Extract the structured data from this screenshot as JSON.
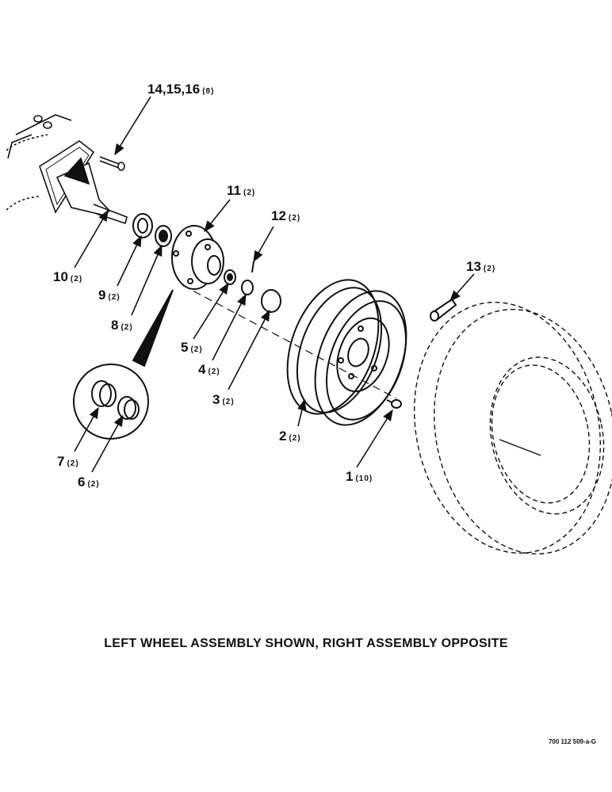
{
  "labels": {
    "l14": {
      "num": "14,15,16",
      "qty": "(8)"
    },
    "l11": {
      "num": "11",
      "qty": "(2)"
    },
    "l12": {
      "num": "12",
      "qty": "(2)"
    },
    "l13": {
      "num": "13",
      "qty": "(2)"
    },
    "l10": {
      "num": "10",
      "qty": "(2)"
    },
    "l9": {
      "num": "9",
      "qty": "(2)"
    },
    "l8": {
      "num": "8",
      "qty": "(2)"
    },
    "l5": {
      "num": "5",
      "qty": "(2)"
    },
    "l4": {
      "num": "4",
      "qty": "(2)"
    },
    "l3": {
      "num": "3",
      "qty": "(2)"
    },
    "l2": {
      "num": "2",
      "qty": "(2)"
    },
    "l1": {
      "num": "1",
      "qty": "(10)"
    },
    "l7": {
      "num": "7",
      "qty": "(2)"
    },
    "l6": {
      "num": "6",
      "qty": "(2)"
    }
  },
  "caption": "LEFT WHEEL ASSEMBLY SHOWN, RIGHT ASSEMBLY OPPOSITE",
  "part_number": "700 112 509-a-G"
}
